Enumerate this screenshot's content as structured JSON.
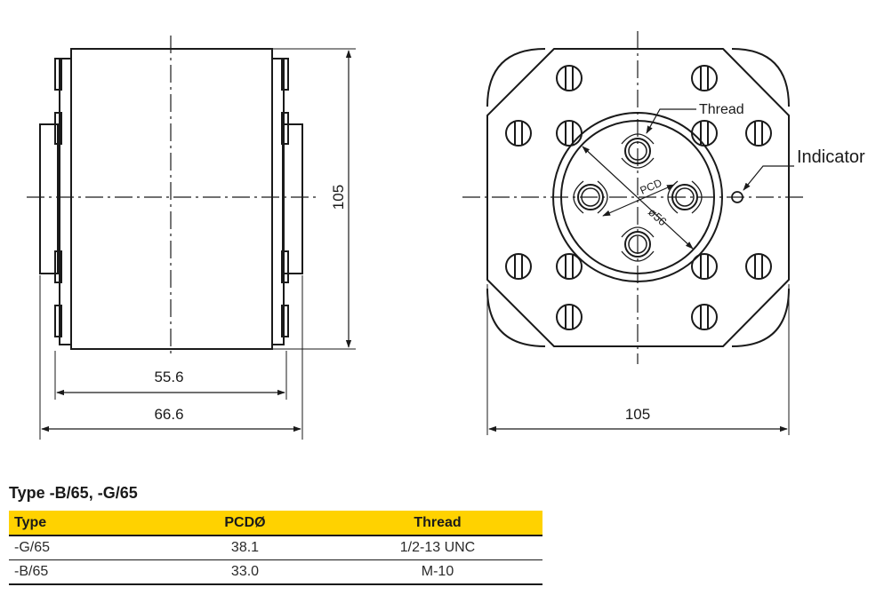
{
  "drawing": {
    "side_view": {
      "height_label": "105",
      "inner_width_label": "55.6",
      "outer_width_label": "66.6"
    },
    "front_view": {
      "width_label": "105",
      "thread_label": "Thread",
      "indicator_label": "Indicator",
      "pcd_label": "PCD",
      "diameter_label": "ø56"
    }
  },
  "section_title": "Type -B/65, -G/65",
  "table": {
    "headers": [
      "Type",
      "PCDØ",
      "Thread"
    ],
    "rows": [
      [
        "-G/65",
        "38.1",
        "1/2-13 UNC"
      ],
      [
        "-B/65",
        "33.0",
        "M-10"
      ]
    ]
  },
  "colors": {
    "header_background": "#ffd200",
    "line": "#1a1a1a"
  }
}
